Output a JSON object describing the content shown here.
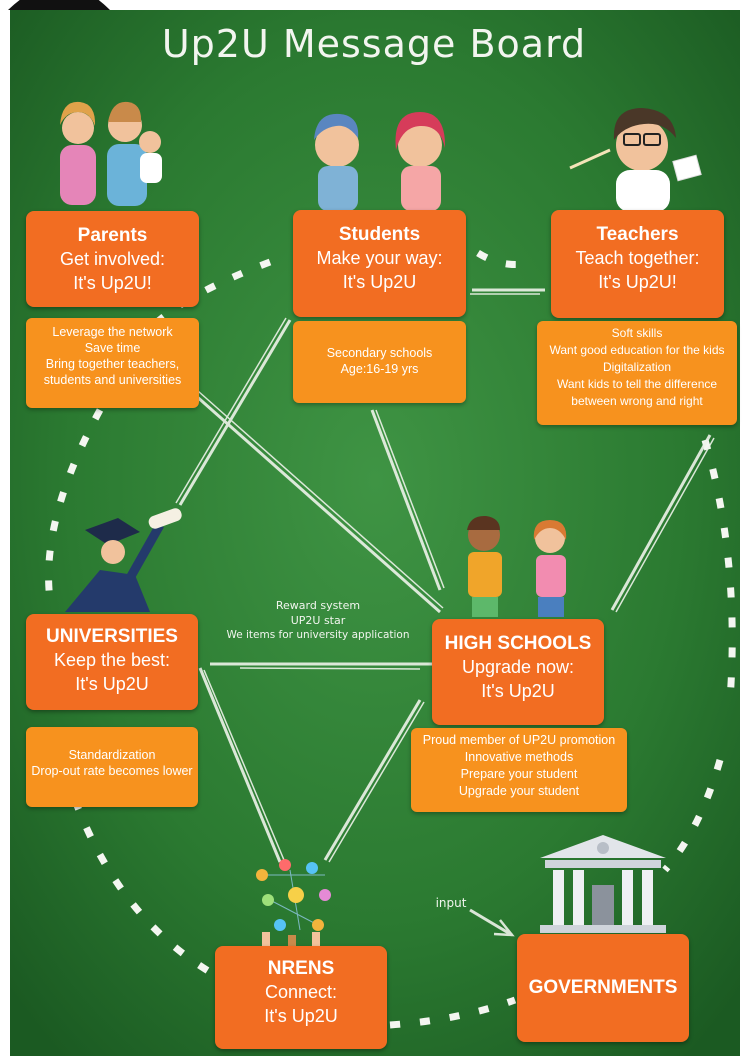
{
  "title": "Up2U Message Board",
  "colors": {
    "board": "#2e7a33",
    "card": "#f26d22",
    "info": "#f7921e",
    "chalk": "#f1f5ee"
  },
  "nodes": {
    "parents": {
      "heading": "Parents",
      "lines": [
        "Get involved:",
        "It's Up2U!"
      ]
    },
    "students": {
      "heading": "Students",
      "lines": [
        "Make your way:",
        "It's Up2U"
      ]
    },
    "teachers": {
      "heading": "Teachers",
      "lines": [
        "Teach together:",
        "It's Up2U!"
      ]
    },
    "universities": {
      "heading": "UNIVERSITIES",
      "lines": [
        "Keep the best:",
        "It's Up2U"
      ]
    },
    "high_schools": {
      "heading": "HIGH SCHOOLS",
      "lines": [
        "Upgrade now:",
        "It's Up2U"
      ]
    },
    "nrens": {
      "heading": "NRENS",
      "lines": [
        "Connect:",
        "It's Up2U"
      ]
    },
    "governments": {
      "heading": "GOVERNMENTS"
    }
  },
  "info": {
    "parents": [
      "Leverage the network",
      "Save time",
      "Bring together teachers,",
      "students and universities"
    ],
    "students": [
      "Secondary schools",
      "Age:16-19 yrs"
    ],
    "teachers": [
      "Soft skills",
      "Want good education for the kids",
      "Digitalization",
      "Want kids to tell the difference",
      "between wrong and right"
    ],
    "universities": [
      "Standardization",
      "Drop-out rate becomes lower"
    ],
    "high_schools": [
      "Proud member of UP2U promotion",
      "Innovative methods",
      "Prepare your student",
      "Upgrade your student"
    ]
  },
  "annotations": {
    "reward": [
      "Reward system",
      "UP2U star",
      "We items for university application"
    ],
    "input": "input"
  },
  "icons": [
    "parents-family-icon",
    "students-icon",
    "teacher-icon",
    "graduate-icon",
    "high-school-kids-icon",
    "network-hands-icon",
    "government-building-icon"
  ]
}
